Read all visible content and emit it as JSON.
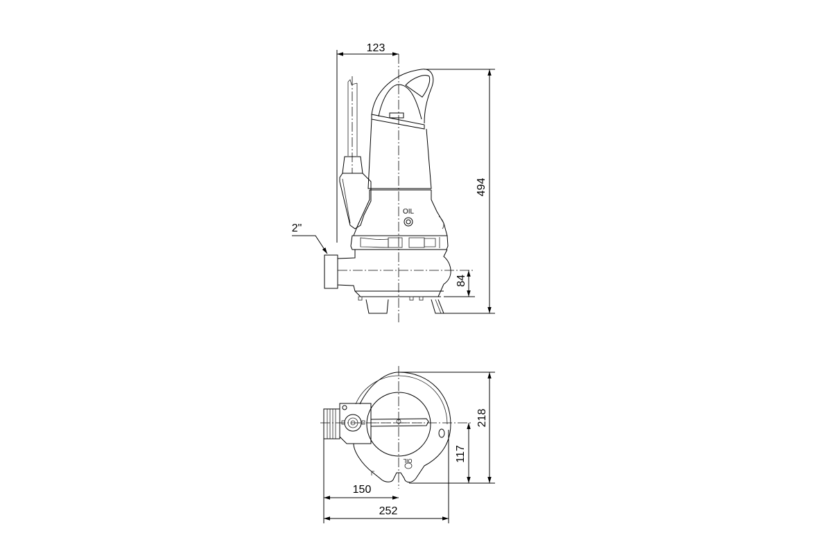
{
  "drawing": {
    "type": "dimensional-drawing",
    "subject": "submersible pump",
    "views": [
      "side-elevation",
      "plan-view"
    ],
    "colors": {
      "line": "#000000",
      "background": "#ffffff"
    },
    "side_view": {
      "label_oil": "OIL",
      "dimensions": {
        "handle_offset": "123",
        "overall_height": "494",
        "outlet_centre_height": "84",
        "outlet_size": "2\""
      }
    },
    "plan_view": {
      "label_oil": "OIL",
      "dimensions": {
        "outlet_to_centre": "150",
        "overall_width": "252",
        "overall_depth": "218",
        "centre_to_back": "117"
      }
    }
  }
}
